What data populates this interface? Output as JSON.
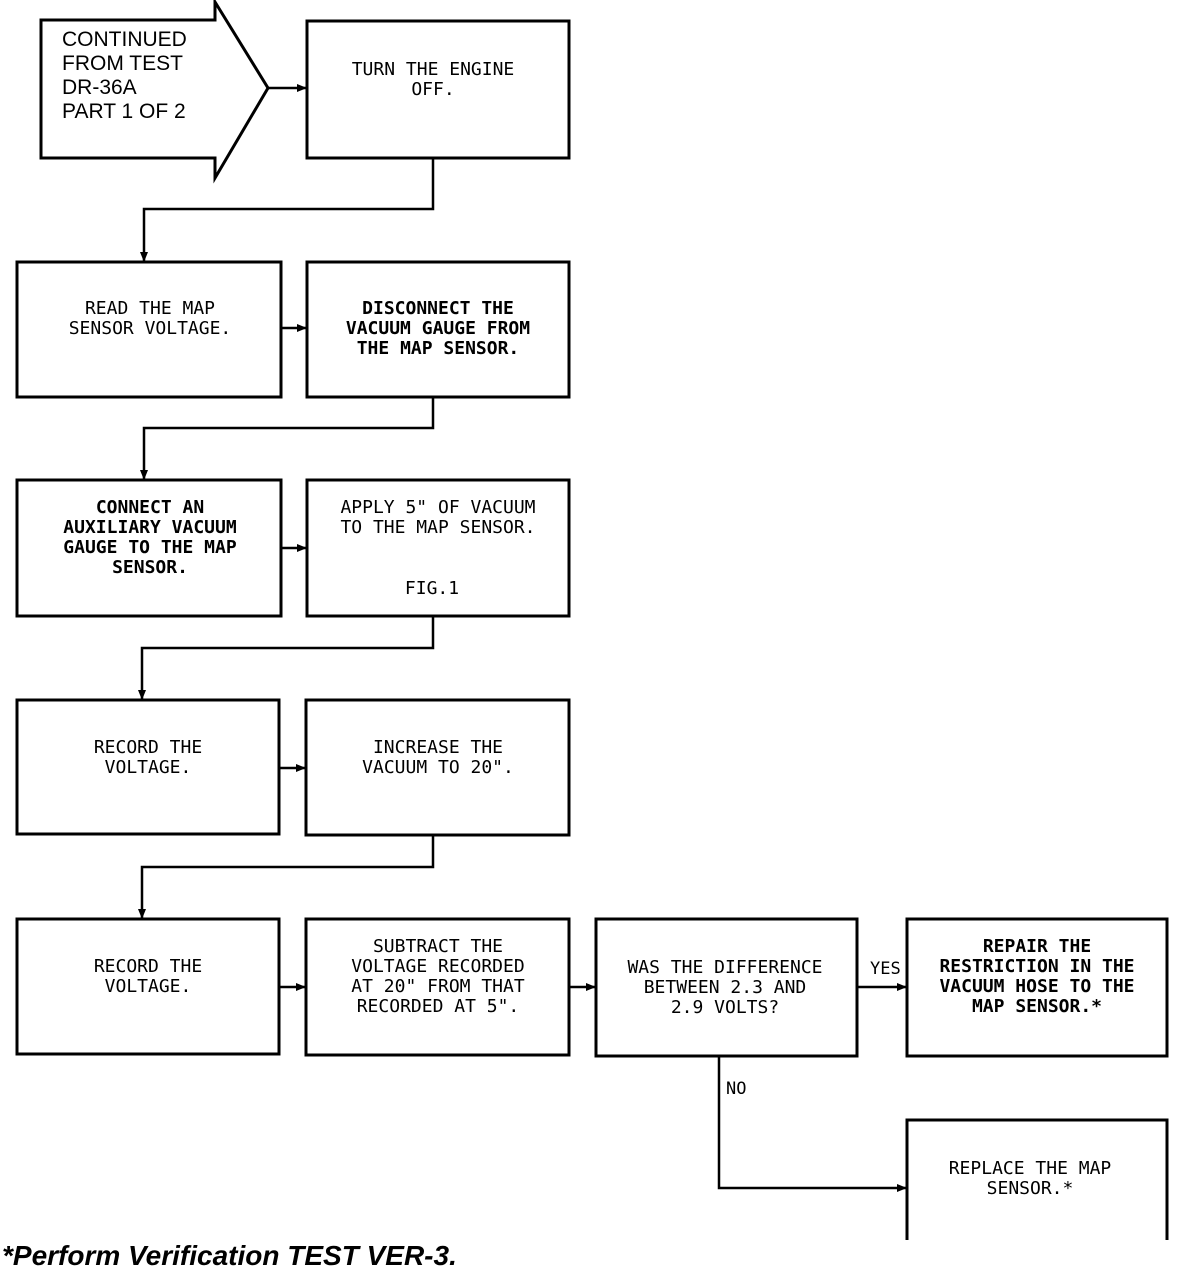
{
  "entry": {
    "lines": [
      "CONTINUED",
      "FROM TEST",
      "DR-36A",
      "PART 1 OF 2"
    ]
  },
  "steps": {
    "turn_off": [
      "TURN THE ENGINE",
      "OFF."
    ],
    "read_map": [
      "READ THE MAP",
      "SENSOR VOLTAGE."
    ],
    "disconnect": [
      "DISCONNECT THE",
      "VACUUM GAUGE FROM",
      "THE MAP SENSOR."
    ],
    "connect_aux": [
      "CONNECT AN",
      "AUXILIARY VACUUM",
      "GAUGE TO THE MAP",
      "SENSOR."
    ],
    "apply_vacuum": [
      "APPLY 5\" OF VACUUM",
      "TO THE MAP SENSOR."
    ],
    "fig_ref": "FIG.1",
    "record_1": [
      "RECORD THE",
      "VOLTAGE."
    ],
    "increase": [
      "INCREASE THE",
      "VACUUM TO 20\"."
    ],
    "record_2": [
      "RECORD THE",
      "VOLTAGE."
    ],
    "subtract": [
      "SUBTRACT THE",
      "VOLTAGE RECORDED",
      "AT 20\" FROM THAT",
      "RECORDED AT 5\"."
    ],
    "decision": [
      "WAS THE DIFFERENCE",
      "BETWEEN 2.3 AND",
      "2.9 VOLTS?"
    ],
    "repair": [
      "REPAIR THE",
      "RESTRICTION IN THE",
      "VACUUM HOSE TO THE",
      "MAP SENSOR.*"
    ],
    "replace": [
      "REPLACE THE MAP",
      "SENSOR.*"
    ]
  },
  "labels": {
    "yes": "YES",
    "no": "NO"
  },
  "footnote": "*Perform Verification TEST VER-3."
}
